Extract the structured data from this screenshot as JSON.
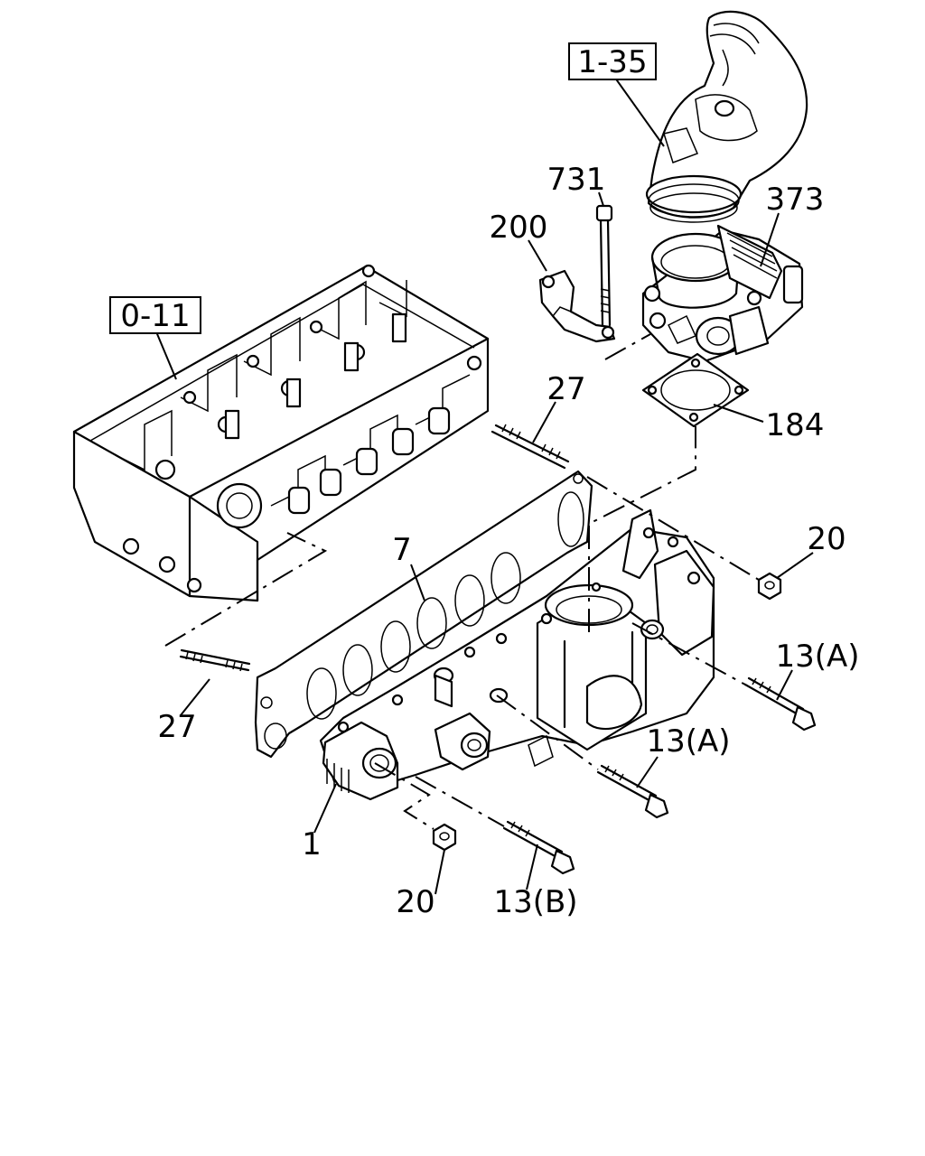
{
  "callouts": {
    "ref_1_35": "1-35",
    "ref_0_11": "0-11",
    "p731": "731",
    "p373": "373",
    "p200": "200",
    "p184": "184",
    "p27_top": "27",
    "p27_left": "27",
    "p20_right": "20",
    "p20_bottom": "20",
    "p7": "7",
    "p1": "1",
    "p13a_right": "13(A)",
    "p13a_mid": "13(A)",
    "p13b": "13(B)"
  }
}
